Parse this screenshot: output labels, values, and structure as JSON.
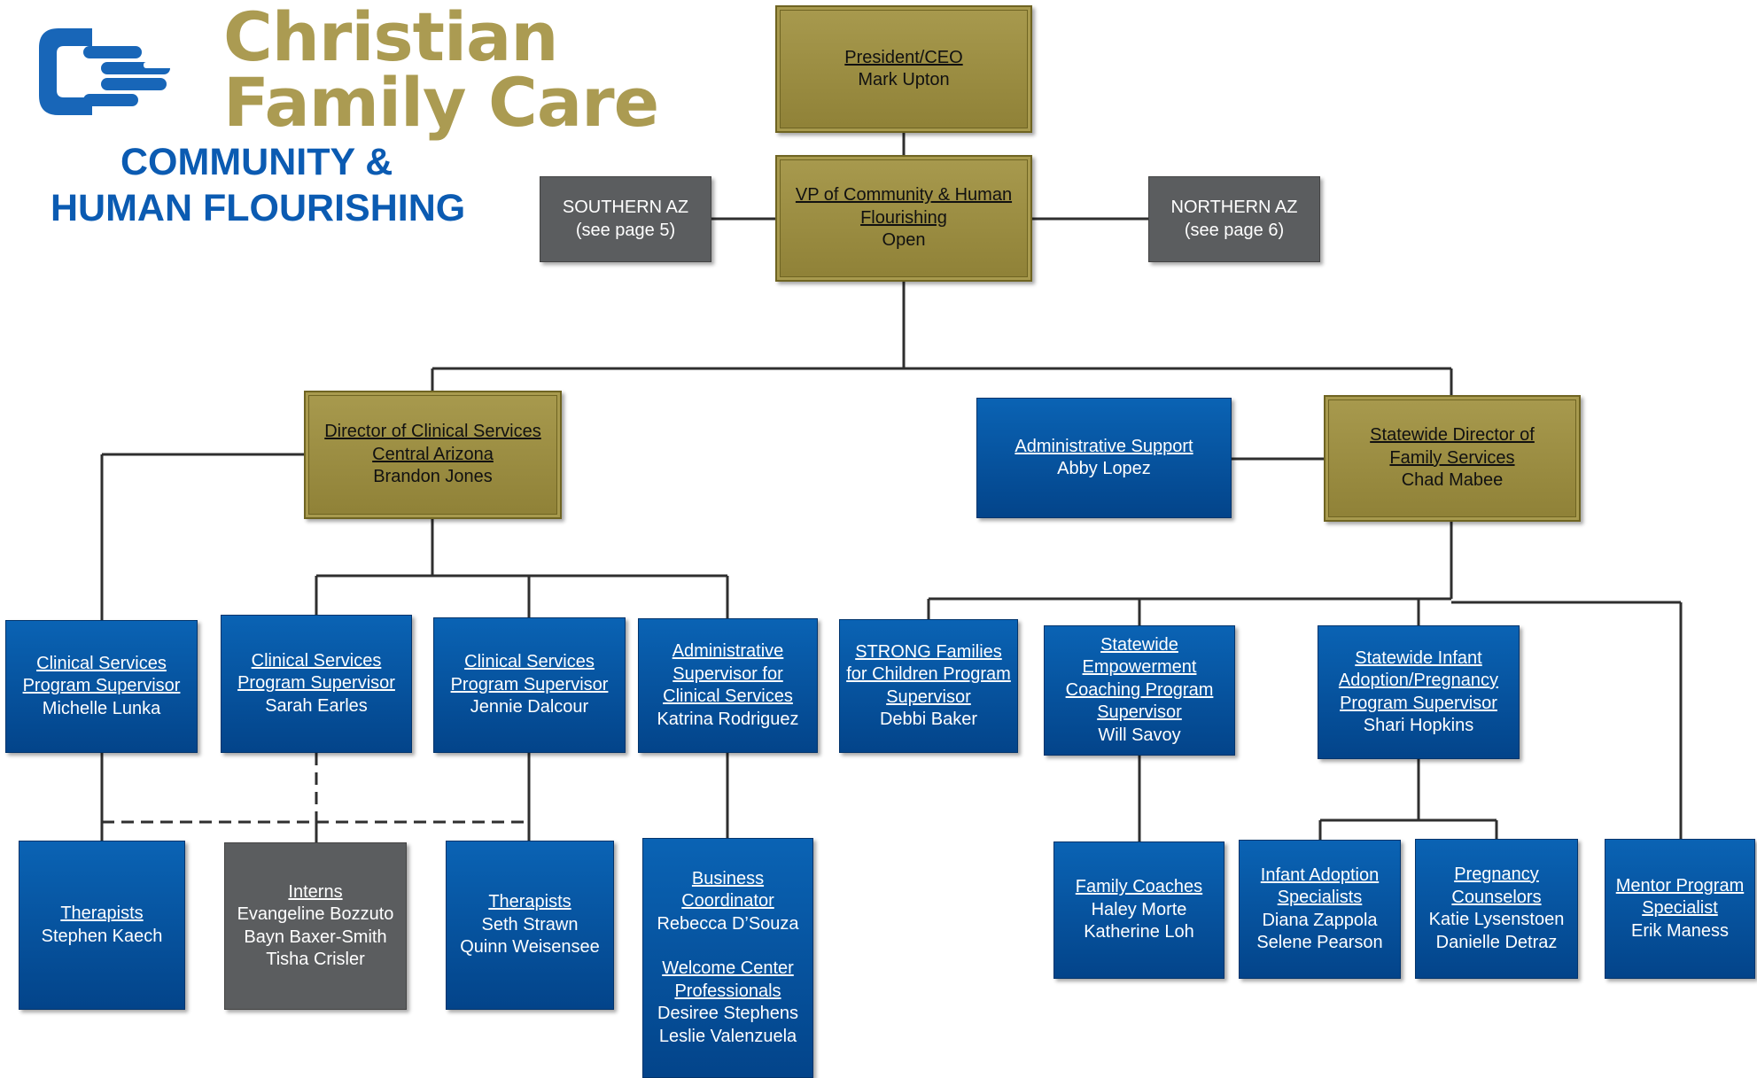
{
  "branding": {
    "name_line1": "Christian",
    "name_line2": "Family Care",
    "title_line1": "COMMUNITY &",
    "title_line2": "HUMAN FLOURISHING"
  },
  "colors": {
    "gold": "#a89a4e",
    "blue": "#0a5aa8",
    "grey": "#5b5d5f",
    "brand_gold": "#ab9b52",
    "brand_blue": "#0b5bb2"
  },
  "org": {
    "president": {
      "role": "President/CEO",
      "name": "Mark Upton"
    },
    "vp": {
      "role_line1": "VP of Community & Human",
      "role_line2": "Flourishing",
      "name": "Open"
    },
    "southern": {
      "line1": "SOUTHERN AZ",
      "line2": "(see page 5)"
    },
    "northern": {
      "line1": "NORTHERN AZ",
      "line2": "(see page 6)"
    },
    "director_central": {
      "role_line1": "Director of Clinical Services",
      "role_line2": "Central Arizona",
      "name": "Brandon Jones"
    },
    "admin_support": {
      "role": "Administrative Support",
      "name": "Abby Lopez"
    },
    "statewide_director": {
      "role_line1": "Statewide Director of",
      "role_line2": "Family Services",
      "name": "Chad Mabee"
    },
    "cs_supervisor_1": {
      "role_line1": "Clinical Services",
      "role_line2": "Program Supervisor",
      "name": "Michelle Lunka"
    },
    "cs_supervisor_2": {
      "role_line1": "Clinical Services",
      "role_line2": "Program Supervisor",
      "name": "Sarah Earles"
    },
    "cs_supervisor_3": {
      "role_line1": "Clinical Services",
      "role_line2": "Program Supervisor",
      "name": "Jennie Dalcour"
    },
    "admin_supervisor": {
      "role_line1": "Administrative",
      "role_line2": "Supervisor for",
      "role_line3": "Clinical Services",
      "name": "Katrina Rodriguez"
    },
    "strong_families": {
      "role_line1": "STRONG Families",
      "role_line2": "for Children Program",
      "role_line3": "Supervisor",
      "name": "Debbi Baker"
    },
    "empowerment": {
      "role_line1": "Statewide",
      "role_line2": "Empowerment",
      "role_line3": "Coaching Program",
      "role_line4": "Supervisor",
      "name": "Will Savoy"
    },
    "infant_supervisor": {
      "role_line1": "Statewide Infant",
      "role_line2": "Adoption/Pregnancy",
      "role_line3": "Program Supervisor",
      "name": "Shari Hopkins"
    },
    "therapists_1": {
      "role": "Therapists",
      "name": "Stephen Kaech"
    },
    "interns": {
      "role": "Interns",
      "names": [
        "Evangeline Bozzuto",
        "Bayn Baxer-Smith",
        "Tisha Crisler"
      ]
    },
    "therapists_2": {
      "role": "Therapists",
      "names": [
        "Seth Strawn",
        "Quinn Weisensee"
      ]
    },
    "business": {
      "role_line1": "Business",
      "role_line2": "Coordinator",
      "name": "Rebecca D’Souza",
      "role2_line1": "Welcome Center",
      "role2_line2": "Professionals",
      "names2": [
        "Desiree Stephens",
        "Leslie Valenzuela"
      ]
    },
    "family_coaches": {
      "role": "Family Coaches",
      "names": [
        "Haley Morte",
        "Katherine Loh"
      ]
    },
    "infant_specialists": {
      "role_line1": "Infant Adoption",
      "role_line2": "Specialists",
      "names": [
        "Diana Zappola",
        "Selene Pearson"
      ]
    },
    "pregnancy": {
      "role_line1": "Pregnancy",
      "role_line2": "Counselors",
      "names": [
        "Katie Lysenstoen",
        "Danielle Detraz"
      ]
    },
    "mentor": {
      "role_line1": "Mentor Program",
      "role_line2": "Specialist",
      "name": "Erik Maness"
    }
  }
}
